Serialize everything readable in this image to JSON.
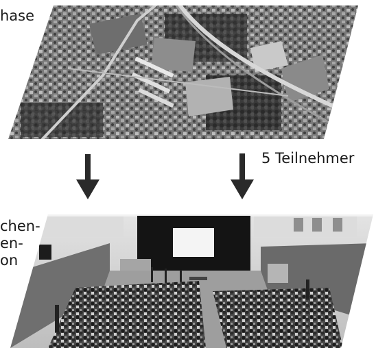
{
  "labels": {
    "top_cut": "hase",
    "right": "5 Teilnehmer",
    "left_cut": [
      "chen-",
      "en-",
      "on"
    ]
  },
  "panels": [
    {
      "name": "aerial-photo",
      "description_tone": "grayscale"
    },
    {
      "name": "auditorium-photo",
      "description_tone": "grayscale"
    }
  ],
  "arrows": [
    {
      "name": "arrow-down-left",
      "direction": "down"
    },
    {
      "name": "arrow-down-right",
      "direction": "down"
    }
  ],
  "colors": {
    "arrow": "#2a2a2a",
    "text": "#1a1a1a"
  }
}
